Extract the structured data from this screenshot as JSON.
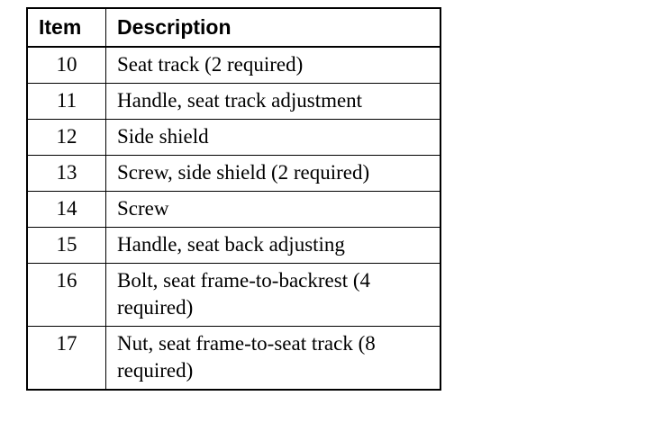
{
  "table": {
    "headers": {
      "item": "Item",
      "description": "Description"
    },
    "rows": [
      {
        "item": "10",
        "description": "Seat track (2 required)"
      },
      {
        "item": "11",
        "description": "Handle, seat track adjustment"
      },
      {
        "item": "12",
        "description": "Side shield"
      },
      {
        "item": "13",
        "description": "Screw, side shield (2 required)"
      },
      {
        "item": "14",
        "description": "Screw"
      },
      {
        "item": "15",
        "description": "Handle, seat back adjusting"
      },
      {
        "item": "16",
        "description": "Bolt, seat frame-to-backrest (4 required)"
      },
      {
        "item": "17",
        "description": "Nut, seat frame-to-seat track (8 required)"
      }
    ]
  }
}
